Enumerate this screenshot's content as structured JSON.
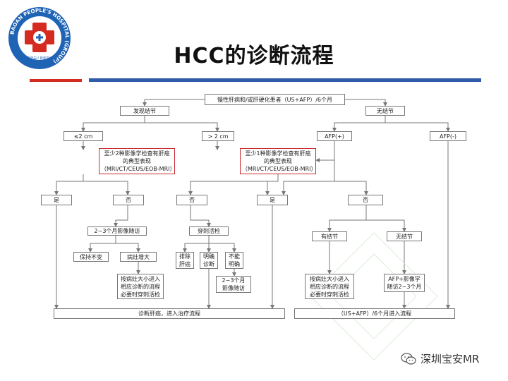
{
  "logo": {
    "ring_text": "BAOAN PEOPLE'S HOSPITAL (GROUP)",
    "inner_text": "深圳市宝安人民医院(集团)"
  },
  "title": "HCC的诊断流程",
  "colors": {
    "accent_red": "#d42a20",
    "accent_blue": "#2f5aa8",
    "highlight_red": "#c8282e"
  },
  "flow": {
    "root": "慢性肝病和/或肝硬化患者（US+AFP）/6个月",
    "nodule_found": "发现结节",
    "no_nodule": "无结节",
    "le2cm": "≤2 cm",
    "gt2cm": "> 2 cm",
    "afp_pos": "AFP(+)",
    "afp_neg": "AFP(-)",
    "criteria_two": "至少2种影像学检查有肝癌\n的典型表现\n（MRI/CT/CEUS/EOB-MRI）",
    "criteria_one": "至少1种影像学检查有肝癌\n的典型表现\n（MRI/CT/CEUS/EOB-MRI）",
    "yes_left": "是",
    "no_left": "否",
    "no_mid": "否",
    "yes_mid": "是",
    "no_right": "否",
    "followup": "2~3个月影像随访",
    "biopsy": "穿刺活检",
    "stable": "保持不变",
    "enlarged": "病灶增大",
    "exclude": "排除\n肝癌",
    "confirmed": "明确\n诊断",
    "unclear": "不能\n明确",
    "size_process": "按病灶大小进入\n相应诊断的流程\n必要时穿刺活检",
    "followup_23": "2~3个月\n影像随访",
    "has_nodule": "有结节",
    "no_nodule2": "无结节",
    "size_process_right": "按病灶大小进入\n相应诊断的流程\n必要时穿刺活检",
    "afp_followup": "AFP+影像学\n随访2~3个月",
    "diagnosed": "诊断肝癌，进入治疗流程",
    "reenter": "（US+AFP）/6个月进入流程"
  },
  "watermark": {
    "text": "深圳宝安MR",
    "icon": "wechat-icon"
  }
}
